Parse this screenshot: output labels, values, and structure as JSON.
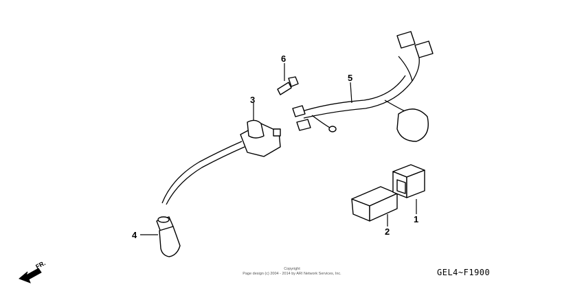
{
  "callouts": [
    {
      "label": "1"
    },
    {
      "label": "2"
    },
    {
      "label": "3"
    },
    {
      "label": "4"
    },
    {
      "label": "5"
    },
    {
      "label": "6"
    }
  ],
  "direction_label": "FR.",
  "copyright": {
    "line1": "Copyright",
    "line2": "Page design (c) 2004 - 2014 by ARI Network Services, Inc."
  },
  "diagram_code": "GEL4~F1900"
}
